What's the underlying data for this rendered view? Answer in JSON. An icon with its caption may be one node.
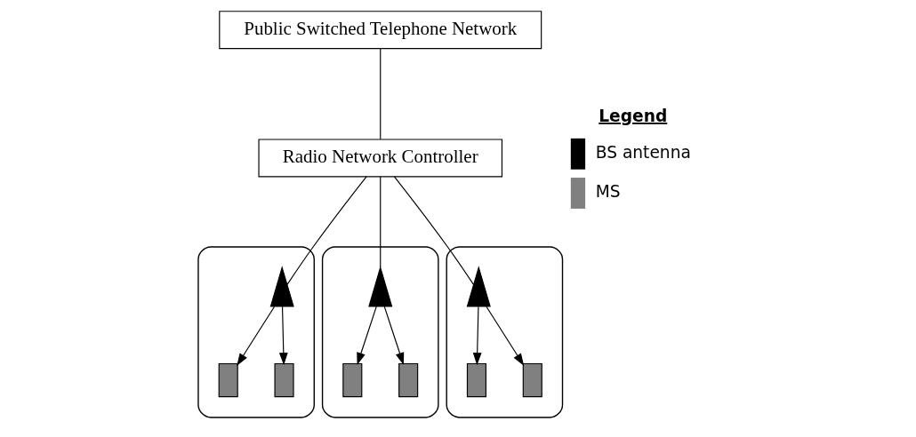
{
  "diagram": {
    "nodes": [
      {
        "text": [
          "Public Switched Telephone Network"
        ]
      },
      {
        "text": [
          "Radio Network Controller"
        ]
      },
      {
        "text": [],
        "shape": "ellipse"
      },
      {
        "text": [],
        "shape": "triangle",
        "in": 2
      },
      {
        "text": [],
        "shape": "box",
        "in": 2
      },
      {
        "text": [],
        "shape": "box",
        "in": 2
      },
      {
        "text": [],
        "shape": "ellipse"
      },
      {
        "text": [],
        "shape": "triangle",
        "in": 6
      },
      {
        "text": [],
        "shape": "box",
        "in": 6
      },
      {
        "text": [],
        "shape": "box",
        "in": 6
      },
      {
        "text": [],
        "shape": "ellipse"
      },
      {
        "text": [],
        "shape": "triangle",
        "in": 10
      },
      {
        "text": [],
        "shape": "box",
        "in": 10
      },
      {
        "text": [],
        "shape": "box",
        "in": 10
      }
    ],
    "edges": [
      {
        "from": 0,
        "to": 1,
        "arrow": "none"
      },
      {
        "from": 1,
        "to": 3,
        "arrow": "none"
      },
      {
        "from": 1,
        "to": 11,
        "arrow": "none"
      },
      {
        "from": 1,
        "to": 7,
        "arrow": "none"
      },
      {
        "from": 3,
        "to": 4,
        "arrow": "to"
      },
      {
        "from": 3,
        "to": 5,
        "arrow": "to"
      },
      {
        "from": 7,
        "to": 8,
        "arrow": "to"
      },
      {
        "from": 7,
        "to": 9,
        "arrow": "to"
      },
      {
        "from": 11,
        "to": 12,
        "arrow": "to"
      },
      {
        "from": 11,
        "to": 13,
        "arrow": "to"
      }
    ],
    "labels": [
      "Legend"
    ],
    "legend": [
      {
        "text": "BS antenna"
      },
      {
        "text": "MS"
      }
    ]
  }
}
